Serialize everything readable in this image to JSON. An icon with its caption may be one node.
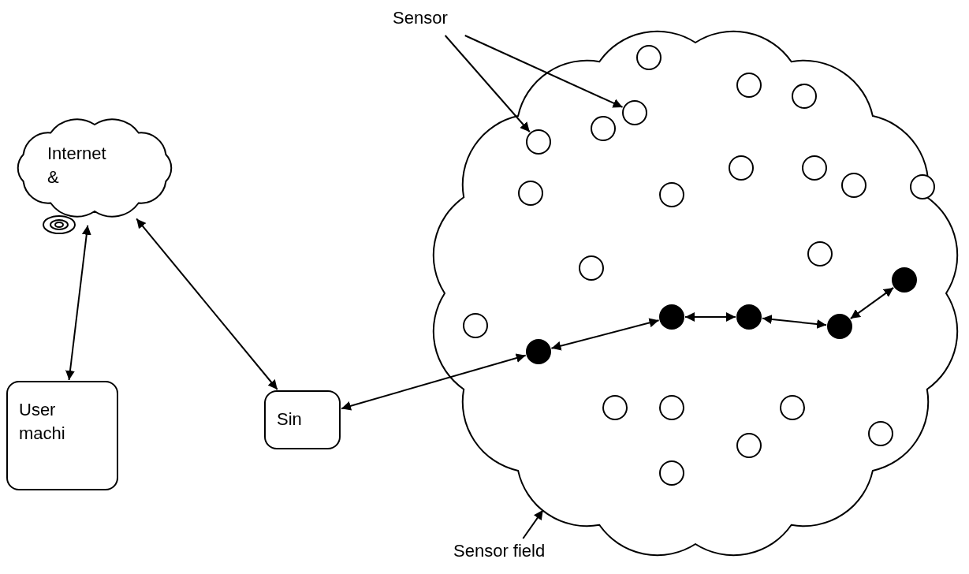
{
  "diagram": {
    "nodes": [
      {
        "text": [
          "Sensor"
        ]
      },
      {
        "text": [
          "Internet &"
        ]
      },
      {
        "text": [
          "User machi"
        ]
      },
      {
        "text": [
          "Sin"
        ]
      },
      {
        "text": [],
        "shape": "cloud"
      },
      {
        "text": [],
        "shape": "circle",
        "in": 4
      },
      {
        "text": [],
        "shape": "circle",
        "in": 4
      },
      {
        "text": [],
        "shape": "circle",
        "in": 4
      },
      {
        "text": [],
        "shape": "circle",
        "in": 4
      },
      {
        "text": [],
        "shape": "circle",
        "in": 4
      },
      {
        "text": [],
        "shape": "circle",
        "in": 4
      },
      {
        "text": [],
        "shape": "circle",
        "in": 4
      },
      {
        "text": [],
        "shape": "circle",
        "in": 4
      },
      {
        "text": [],
        "shape": "circle",
        "in": 4
      },
      {
        "text": [],
        "shape": "circle",
        "in": 4
      },
      {
        "text": [],
        "shape": "circle",
        "in": 4
      },
      {
        "text": [],
        "shape": "circle",
        "in": 4
      },
      {
        "text": [],
        "shape": "circle",
        "in": 4
      },
      {
        "text": [],
        "shape": "circle",
        "in": 4
      },
      {
        "text": [],
        "shape": "circle",
        "in": 4
      },
      {
        "text": [],
        "shape": "circle",
        "in": 4
      },
      {
        "text": [],
        "shape": "circle",
        "in": 4
      },
      {
        "text": [],
        "shape": "circle",
        "in": 4
      },
      {
        "text": [],
        "shape": "circle",
        "in": 4
      },
      {
        "text": [],
        "shape": "circle",
        "in": 4
      },
      {
        "text": [],
        "shape": "circle",
        "in": 4
      },
      {
        "text": [],
        "shape": "circle",
        "in": 4
      },
      {
        "text": [],
        "shape": "circle",
        "in": 4
      },
      {
        "text": [],
        "shape": "circle",
        "in": 4
      },
      {
        "text": [],
        "shape": "circle",
        "in": 4
      },
      {
        "text": [],
        "shape": "circle",
        "in": 4
      },
      {
        "text": [
          "Sensor field"
        ]
      }
    ],
    "edges": [
      {
        "from": 0,
        "to": 10,
        "arrow": "to"
      },
      {
        "from": 0,
        "to": 8,
        "arrow": "to"
      },
      {
        "from": 1,
        "to": 2,
        "arrow": "both"
      },
      {
        "from": 1,
        "to": 3,
        "arrow": "both"
      },
      {
        "from": 3,
        "to": 24,
        "arrow": "both"
      },
      {
        "from": 24,
        "to": 20,
        "arrow": "both"
      },
      {
        "from": 20,
        "to": 21,
        "arrow": "both"
      },
      {
        "from": 21,
        "to": 23,
        "arrow": "both"
      },
      {
        "from": 23,
        "to": 19,
        "arrow": "both"
      },
      {
        "from": 31,
        "to": 4,
        "arrow": "to"
      }
    ]
  }
}
